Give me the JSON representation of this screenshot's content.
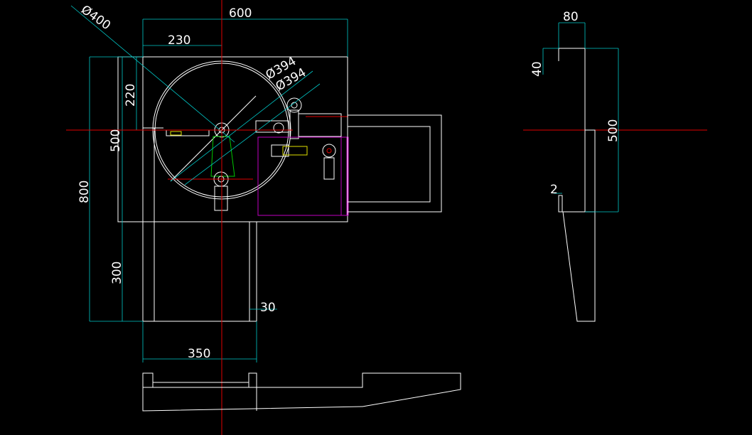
{
  "colors": {
    "background": "#000000",
    "outline": "#ffffff",
    "dimension": "#00c8c8",
    "centerline": "#e00000",
    "component_box": "#c000c0",
    "drive": "#e0e000",
    "belt": "#00c800"
  },
  "dimensions": {
    "width_600": "600",
    "width_230": "230",
    "diameter_400": "Ø400",
    "diameter_394_a": "Ø394",
    "diameter_394_b": "Ø394",
    "height_220": "220",
    "height_500": "500",
    "height_800": "800",
    "height_300": "300",
    "offset_30": "30",
    "width_350": "350",
    "side_width_80": "80",
    "side_step_40": "40",
    "side_height_500": "500",
    "side_thickness_2": "2"
  }
}
